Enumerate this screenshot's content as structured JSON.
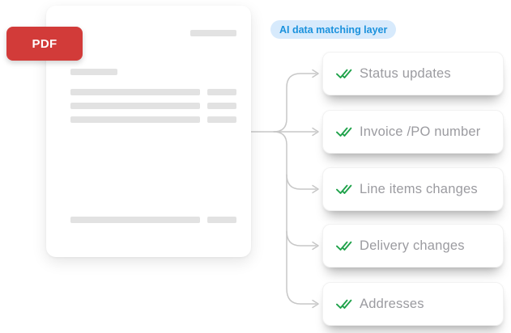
{
  "pdf_badge": {
    "label": "PDF"
  },
  "ai_layer_badge": {
    "label": "AI data matching layer"
  },
  "cards": [
    {
      "label": "Status updates"
    },
    {
      "label": "Invoice /PO number"
    },
    {
      "label": "Line items changes"
    },
    {
      "label": "Delivery changes"
    },
    {
      "label": "Addresses"
    }
  ],
  "colors": {
    "pdf_badge_bg": "#d23b39",
    "pdf_badge_text": "#ffffff",
    "ai_pill_bg": "#d7eafc",
    "ai_pill_text": "#1b92dd",
    "check_green": "#1fa24a",
    "card_text": "#9b9ba0",
    "connector_gray": "#c7c7c7",
    "placeholder_bar": "#e2e2e2"
  }
}
